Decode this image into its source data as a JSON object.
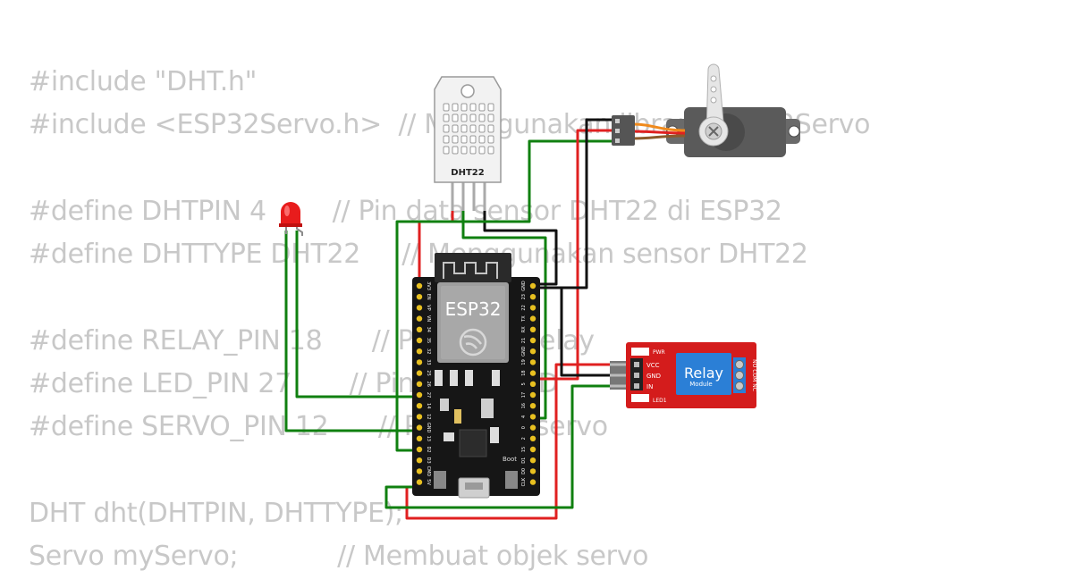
{
  "code_lines": [
    "#include \"DHT.h\"",
    "#include <ESP32Servo.h>  // Menggunakan library ESP32Servo",
    "",
    "#define DHTPIN 4        // Pin data sensor DHT22 di ESP32",
    "#define DHTTYPE DHT22     // Menggunakan sensor DHT22",
    "",
    "#define RELAY_PIN 18      // Pin untuk relay",
    "#define LED_PIN 27       // Pin untuk LED",
    "#define SERVO_PIN 12      // Pin untuk servo",
    "",
    "DHT dht(DHTPIN, DHTTYPE);",
    "Servo myServo;            // Membuat objek servo"
  ],
  "components": {
    "dht22": {
      "label": "DHT22"
    },
    "esp32": {
      "label": "ESP32",
      "boot_label": "Boot",
      "left_pins": [
        "3V3",
        "EN",
        "VP",
        "VN",
        "34",
        "35",
        "32",
        "33",
        "25",
        "26",
        "27",
        "14",
        "12",
        "GND",
        "13",
        "D2",
        "D3",
        "CMD",
        "5V"
      ],
      "right_pins": [
        "GND",
        "23",
        "22",
        "TX",
        "RX",
        "21",
        "GND",
        "19",
        "18",
        "5",
        "17",
        "16",
        "4",
        "0",
        "2",
        "15",
        "D1",
        "D0",
        "CLK"
      ]
    },
    "relay": {
      "title": "Relay",
      "subtitle": "Module",
      "pin_vcc": "VCC",
      "pin_gnd": "GND",
      "pin_in": "IN",
      "led_pwr": "PWR",
      "led_led1": "LED1",
      "terminal_labels": "NO COM NC"
    }
  },
  "colors": {
    "code_text": "#c8c8c8",
    "wire_green": "#108010",
    "wire_red": "#e02020",
    "wire_black": "#111111",
    "relay_board": "#d41c1c",
    "relay_block": "#2b7fd6",
    "esp32_board": "#161616",
    "servo_body": "#5a5a5a"
  }
}
